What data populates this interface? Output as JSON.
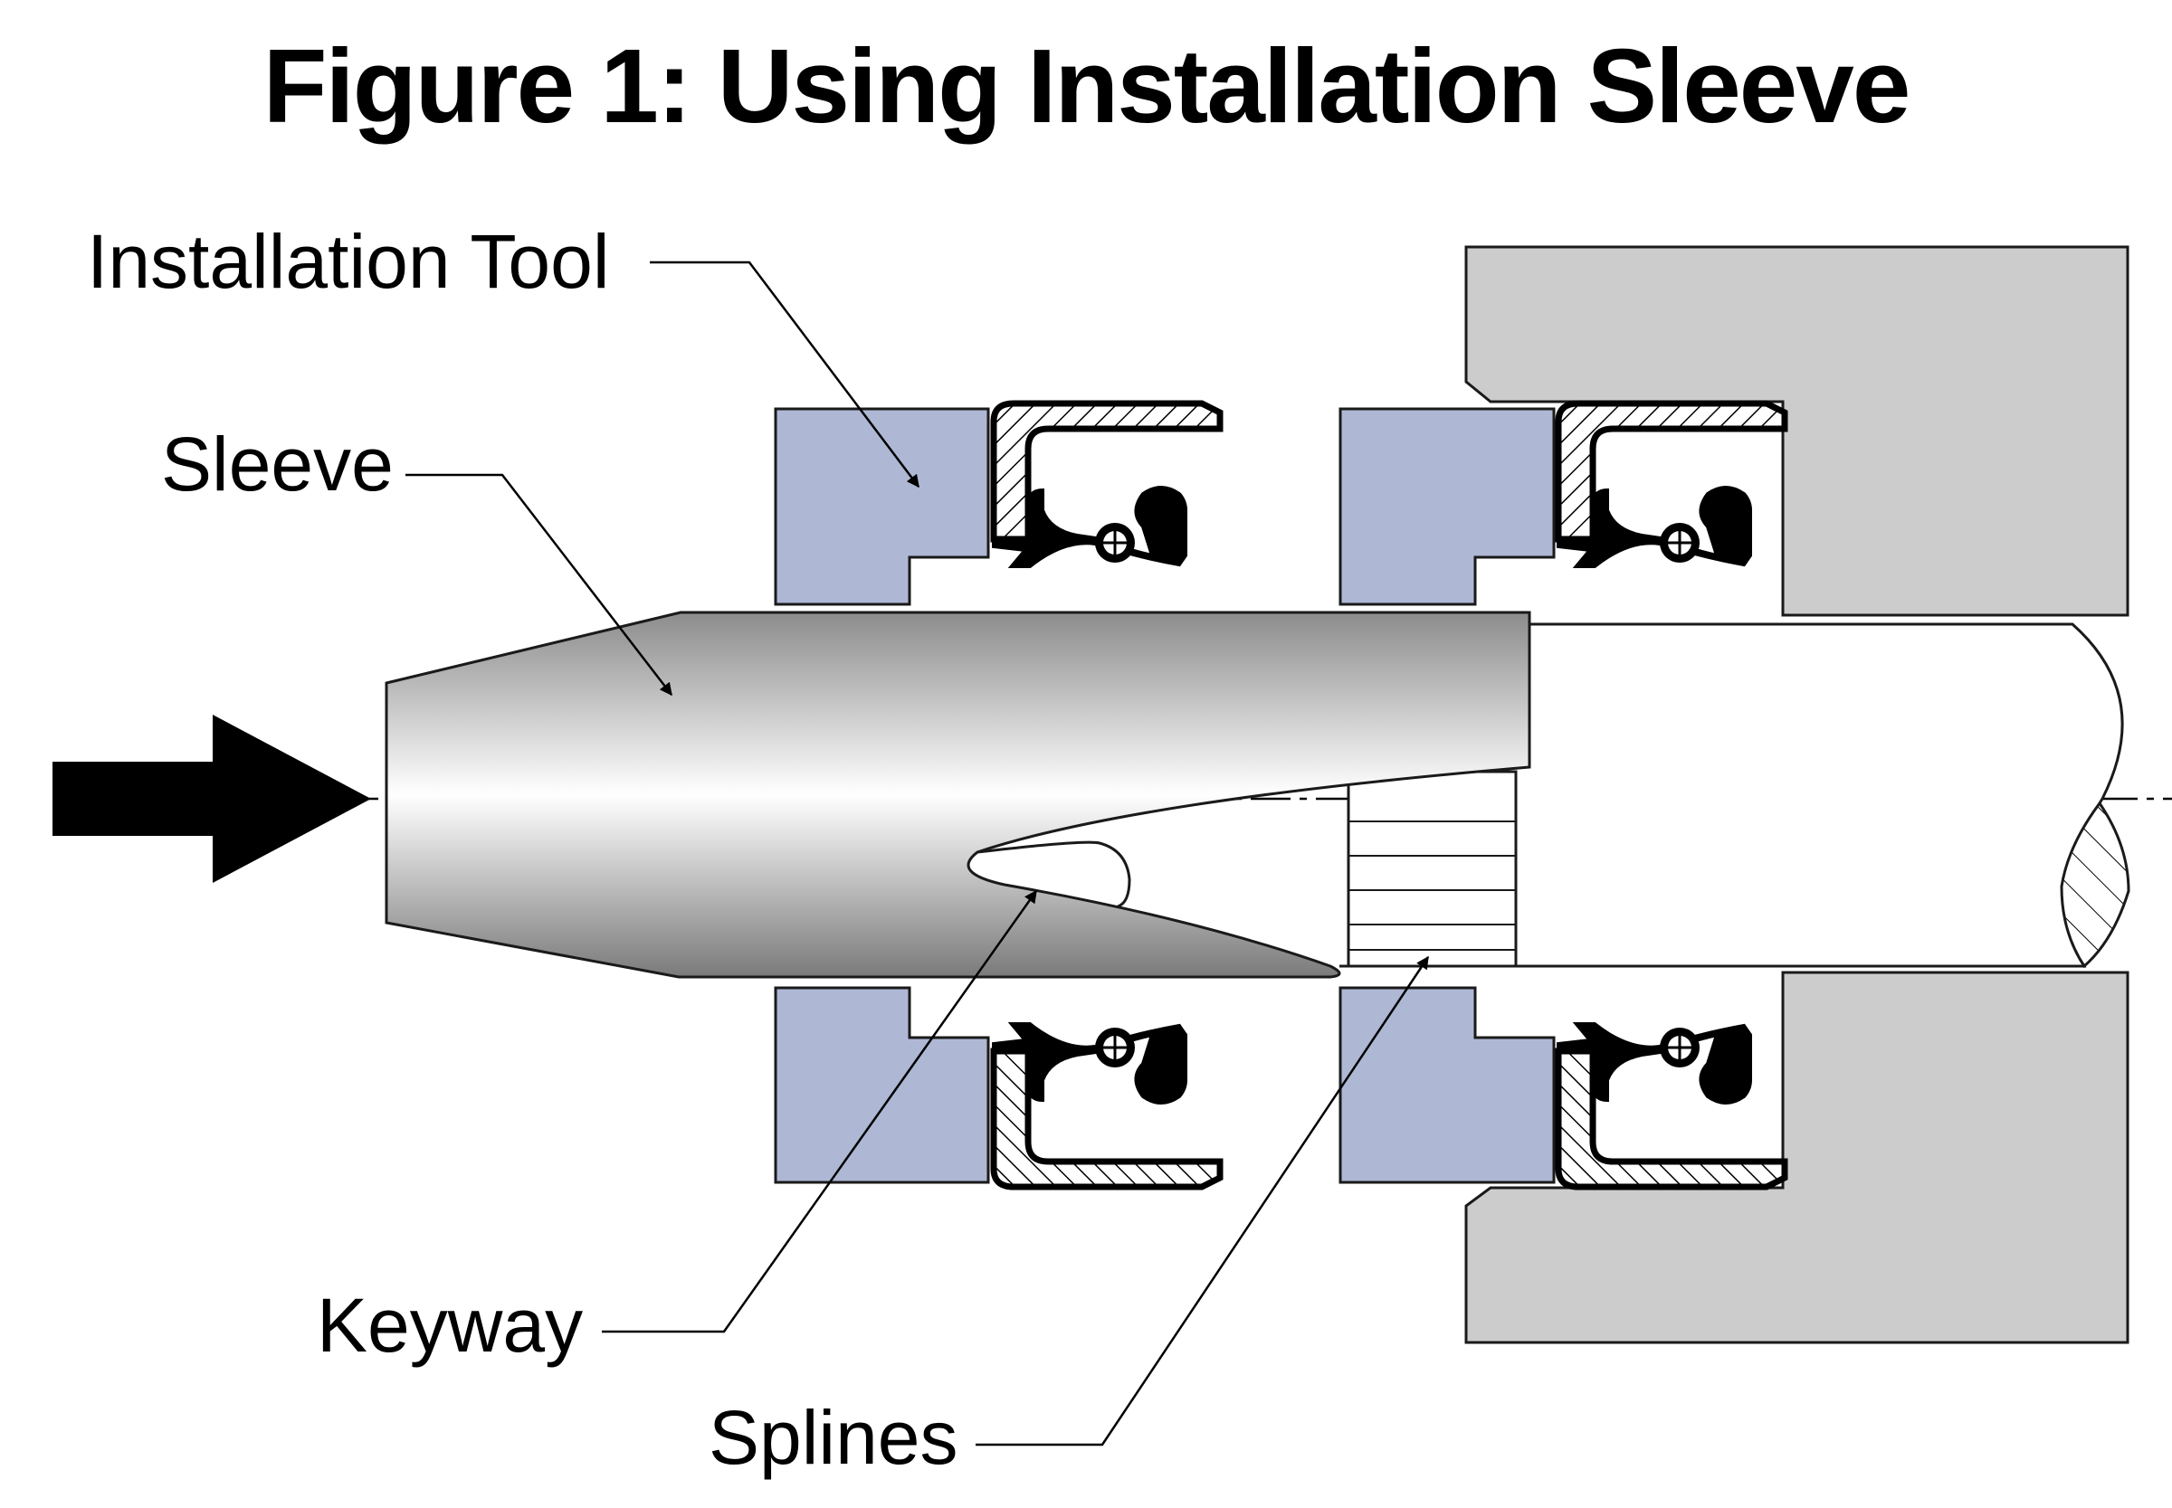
{
  "title": "Figure 1: Using Installation Sleeve",
  "labels": {
    "installation_tool": "Installation Tool",
    "sleeve": "Sleeve",
    "keyway": "Keyway",
    "splines": "Splines"
  },
  "colors": {
    "tool": "#aeb8d5",
    "housing": "#cccccc",
    "seal": "#000000",
    "outline": "#1a1a1a",
    "sleeve_light": "#ffffff",
    "sleeve_dark": "#808080"
  }
}
